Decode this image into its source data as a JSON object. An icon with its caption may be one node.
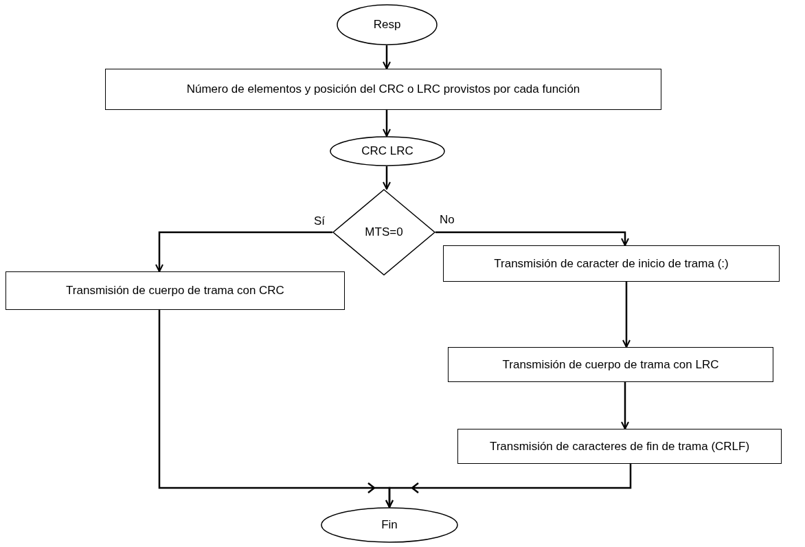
{
  "diagram": {
    "nodes": [
      {
        "text": [
          "Resp"
        ]
      },
      {
        "text": [
          "Número de elementos y posición del CRC o LRC provistos por cada función"
        ]
      },
      {
        "text": [
          "CRC LRC"
        ]
      },
      {
        "text": [
          "MTS=0"
        ]
      },
      {
        "text": [
          "Transmisión de cuerpo de trama con CRC"
        ]
      },
      {
        "text": [
          "Transmisión de caracter de inicio de trama (:)"
        ]
      },
      {
        "text": [
          "Transmisión de cuerpo de trama con LRC"
        ]
      },
      {
        "text": [
          "Transmisión de caracteres de fin de  trama (CRLF)"
        ]
      },
      {
        "text": [
          "Fin"
        ]
      }
    ],
    "edges": [
      {
        "from": 0,
        "to": 1,
        "arrow": "to"
      },
      {
        "from": 1,
        "to": 2,
        "arrow": "to"
      },
      {
        "from": 2,
        "to": 3,
        "arrow": "to"
      },
      {
        "from": 3,
        "to": 4,
        "arrow": "to",
        "label": "Sí"
      },
      {
        "from": 3,
        "to": 5,
        "arrow": "to",
        "label": "No"
      },
      {
        "from": 5,
        "to": 6,
        "arrow": "to"
      },
      {
        "from": 6,
        "to": 7,
        "arrow": "to"
      },
      {
        "from": 4,
        "to": 8,
        "arrow": "to"
      },
      {
        "from": 7,
        "to": 8,
        "arrow": "to"
      }
    ]
  }
}
